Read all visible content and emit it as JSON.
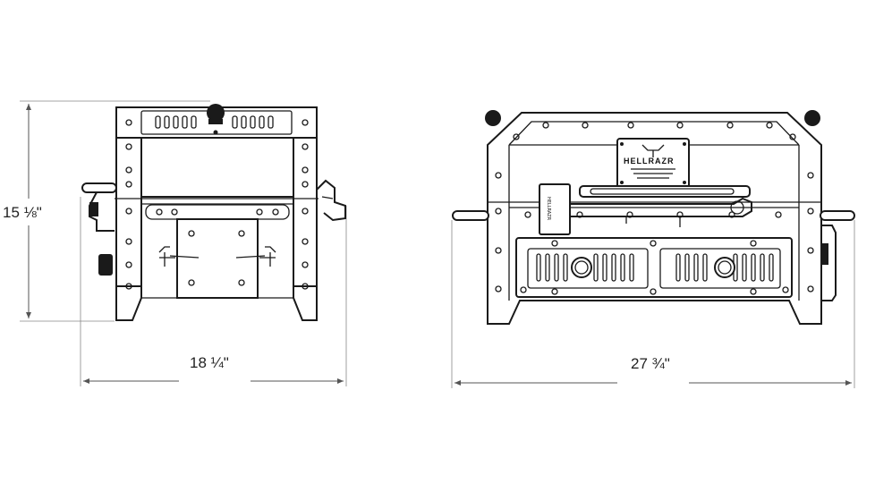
{
  "dimensions": {
    "side_height": "15 ⅛\"",
    "side_width": "18 ¼\"",
    "front_width": "27 ¾\""
  },
  "front_view": {
    "brand_text": "HELLRAZR",
    "plate_small_text": "",
    "handle_text": "HELLRAZR"
  },
  "colors": {
    "line": "#1a1a1a",
    "dimension_line": "#555555",
    "background": "#ffffff"
  }
}
